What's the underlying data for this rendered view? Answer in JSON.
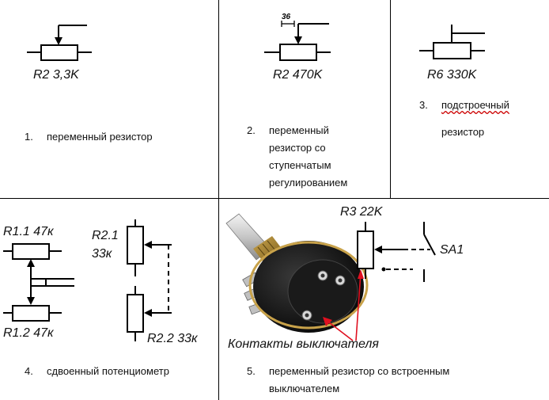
{
  "cells": {
    "c1": {
      "label": "R2  3,3K",
      "number": "1.",
      "caption": "переменный резистор"
    },
    "c2": {
      "label": "R2  470K",
      "step": "36",
      "number": "2.",
      "caption_lines": [
        "переменный",
        "резистор со",
        "ступенчатым",
        "регулированием"
      ]
    },
    "c3": {
      "label": "R6  330K",
      "number": "3.",
      "caption_lines": [
        "подстроечный",
        "резистор"
      ]
    },
    "c4": {
      "top_label": "R1.1  47к",
      "bottom_label": "R1.2  47к",
      "right_top_label_1": "R2.1",
      "right_top_label_2": "33к",
      "right_bottom_label": "R2.2  33к",
      "number": "4.",
      "caption": "сдвоенный потенциометр"
    },
    "c5": {
      "resistor_label": "R3  22K",
      "switch_label": "SA1",
      "photo_caption": "Контакты выключателя",
      "number": "5.",
      "caption_lines": [
        "переменный резистор со встроенным",
        "выключателем"
      ]
    }
  },
  "colors": {
    "lines": "#000000",
    "arrow_red": "#e01020",
    "squiggle": "#cc0000"
  }
}
